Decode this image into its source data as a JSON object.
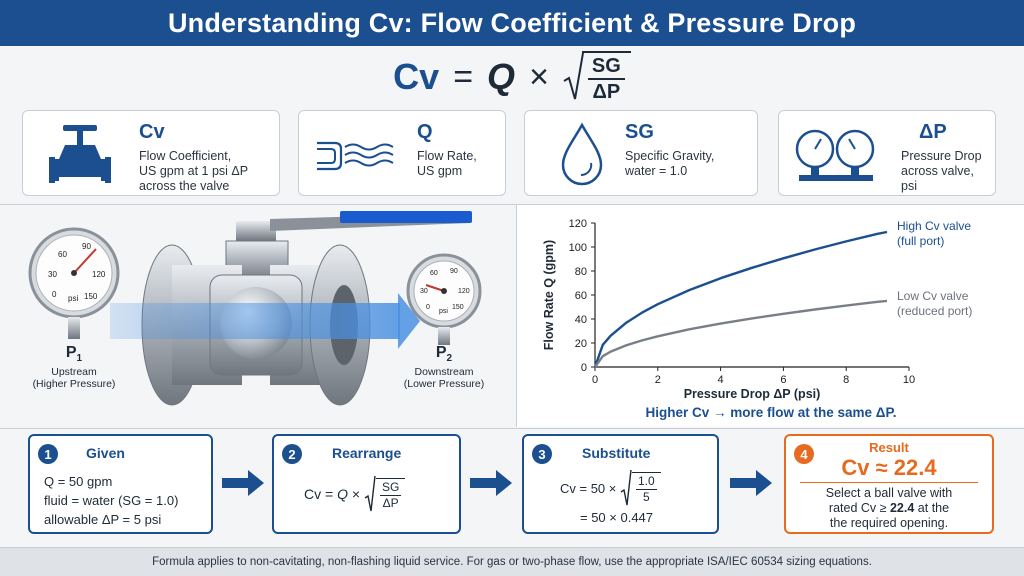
{
  "title": "Understanding Cv: Flow Coefficient & Pressure Drop",
  "formula": {
    "lhs": "Cv",
    "eq": "=",
    "q": "Q",
    "times": "×",
    "num": "SG",
    "den": "ΔP"
  },
  "cards": [
    {
      "symbol": "Cv",
      "lines": [
        "Flow Coefficient,",
        "US gpm at 1 psi ΔP",
        "across the valve"
      ],
      "icon": "valve-icon"
    },
    {
      "symbol": "Q",
      "lines": [
        "Flow Rate,",
        "US gpm"
      ],
      "icon": "flow-waves-icon"
    },
    {
      "symbol": "SG",
      "lines": [
        "Specific Gravity,",
        "water = 1.0"
      ],
      "icon": "droplet-icon"
    },
    {
      "symbol": "ΔP",
      "lines": [
        "Pressure Drop",
        "across valve,",
        "psi"
      ],
      "icon": "pressure-gauges-icon"
    }
  ],
  "gauges": {
    "upstream": {
      "symbol": "P",
      "sub": "1",
      "line1": "Upstream",
      "line2": "(Higher Pressure)",
      "ticks": [
        "30",
        "60",
        "90",
        "120",
        "0",
        "150"
      ],
      "unit": "psi"
    },
    "downstream": {
      "symbol": "P",
      "sub": "2",
      "line1": "Downstream",
      "line2": "(Lower Pressure)",
      "ticks": [
        "30",
        "60",
        "90",
        "120",
        "0",
        "150"
      ],
      "unit": "psi"
    }
  },
  "chart_data": {
    "type": "line",
    "xlabel": "Pressure Drop ΔP (psi)",
    "ylabel": "Flow Rate Q (gpm)",
    "xlim": [
      0,
      10
    ],
    "ylim": [
      0,
      120
    ],
    "xticks": [
      "0",
      "2",
      "4",
      "6",
      "8",
      "10"
    ],
    "yticks": [
      "0",
      "20",
      "40",
      "60",
      "80",
      "100",
      "120"
    ],
    "grid": false,
    "x": [
      0,
      0.25,
      0.5,
      1,
      1.5,
      2,
      3,
      4,
      5,
      6,
      7,
      8,
      9,
      9.3
    ],
    "series": [
      {
        "name": "High Cv valve (full port)",
        "label1": "High Cv valve",
        "label2": "(full port)",
        "color": "#1b4f8f",
        "values": [
          0,
          18.5,
          26.1,
          37,
          45.3,
          52.3,
          64.1,
          74,
          82.7,
          90.6,
          97.9,
          104.7,
          111,
          112.5
        ]
      },
      {
        "name": "Low Cv valve (reduced port)",
        "label1": "Low Cv valve",
        "label2": "(reduced port)",
        "color": "#7a7f87",
        "values": [
          0,
          9,
          12.8,
          18.1,
          22.2,
          25.6,
          31.4,
          36.2,
          40.5,
          44.3,
          47.9,
          51.2,
          54.3,
          55.1
        ]
      }
    ],
    "caption": "Higher Cv → more flow at the same ΔP."
  },
  "steps": [
    {
      "n": "1",
      "title": "Given",
      "lines": [
        "Q = 50 gpm",
        "fluid = water (SG = 1.0)",
        "allowable ΔP = 5 psi"
      ]
    },
    {
      "n": "2",
      "title": "Rearrange",
      "lhs": "Cv =",
      "q": "Q",
      "times": "×",
      "num": "SG",
      "den": "ΔP"
    },
    {
      "n": "3",
      "title": "Substitute",
      "lhs": "Cv = 50 ×",
      "num": "1.0",
      "den": "5",
      "line2": "= 50 × 0.447"
    },
    {
      "n": "4",
      "title": "Result",
      "value": "Cv ≈ 22.4",
      "line1": "Select a ball valve with",
      "line2a": "rated Cv ≥ ",
      "line2b": "22.4",
      "line2c": " at the",
      "line3": "the required opening."
    }
  ],
  "footer": "Formula applies to non-cavitating, non-flashing liquid service. For gas or two-phase flow, use the appropriate ISA/IEC 60534 sizing equations.",
  "colors": {
    "primary": "#1b4f8f",
    "accent": "#e66a1f",
    "flow": "#4a90e2"
  }
}
